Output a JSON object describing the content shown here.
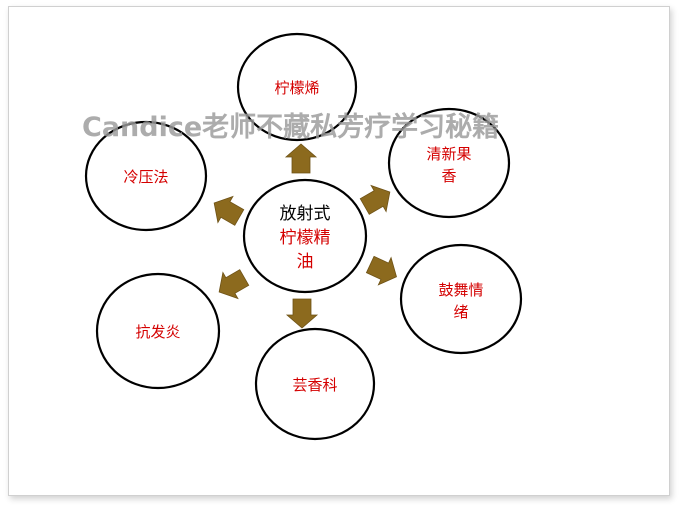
{
  "watermark": "Candice老师不藏私芳疗学习秘籍",
  "center": {
    "line1": "放射式",
    "line2": "柠檬精",
    "line3": "油"
  },
  "nodes": {
    "top": [
      "柠檬烯"
    ],
    "top_right": [
      "清新果",
      "香"
    ],
    "right": [
      "鼓舞情",
      "绪"
    ],
    "bottom": [
      "芸香科"
    ],
    "bottom_left": [
      "抗发炎"
    ],
    "top_left": [
      "冷压法"
    ]
  },
  "colors": {
    "node_text": "#d40000",
    "arrow": "#8c6a1e",
    "watermark": "#9a9a9a"
  }
}
